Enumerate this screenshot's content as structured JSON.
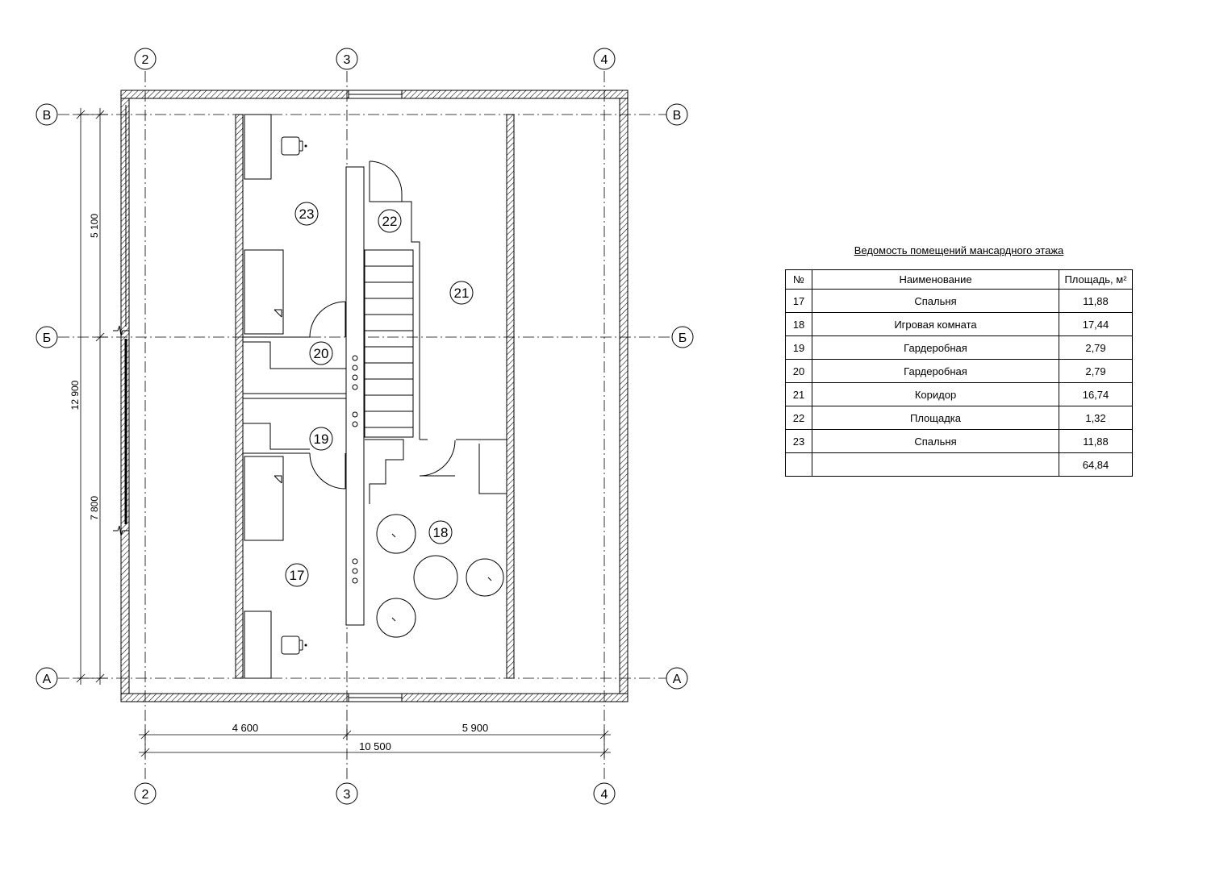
{
  "axes": {
    "vertical": [
      {
        "label": "2"
      },
      {
        "label": "3"
      },
      {
        "label": "4"
      }
    ],
    "horizontal": [
      {
        "label": "В"
      },
      {
        "label": "Б"
      },
      {
        "label": "А"
      }
    ]
  },
  "dimensions": {
    "horizontal_parts": [
      "4 600",
      "5 900"
    ],
    "horizontal_total": "10 500",
    "vertical_parts": [
      "5 100",
      "7 800"
    ],
    "vertical_total": "12 900"
  },
  "room_tags": [
    "17",
    "18",
    "19",
    "20",
    "21",
    "22",
    "23"
  ],
  "schedule": {
    "title": "Ведомость помещений мансардного этажа",
    "headers": {
      "num": "№",
      "name": "Наименование",
      "area": "Площадь, м²"
    },
    "rows": [
      {
        "num": "17",
        "name": "Спальня",
        "area": "11,88"
      },
      {
        "num": "18",
        "name": "Игровая комната",
        "area": "17,44"
      },
      {
        "num": "19",
        "name": "Гардеробная",
        "area": "2,79"
      },
      {
        "num": "20",
        "name": "Гардеробная",
        "area": "2,79"
      },
      {
        "num": "21",
        "name": "Коридор",
        "area": "16,74"
      },
      {
        "num": "22",
        "name": "Площадка",
        "area": "1,32"
      },
      {
        "num": "23",
        "name": "Спальня",
        "area": "11,88"
      }
    ],
    "total": {
      "num": "",
      "name": "",
      "area": "64,84"
    }
  }
}
